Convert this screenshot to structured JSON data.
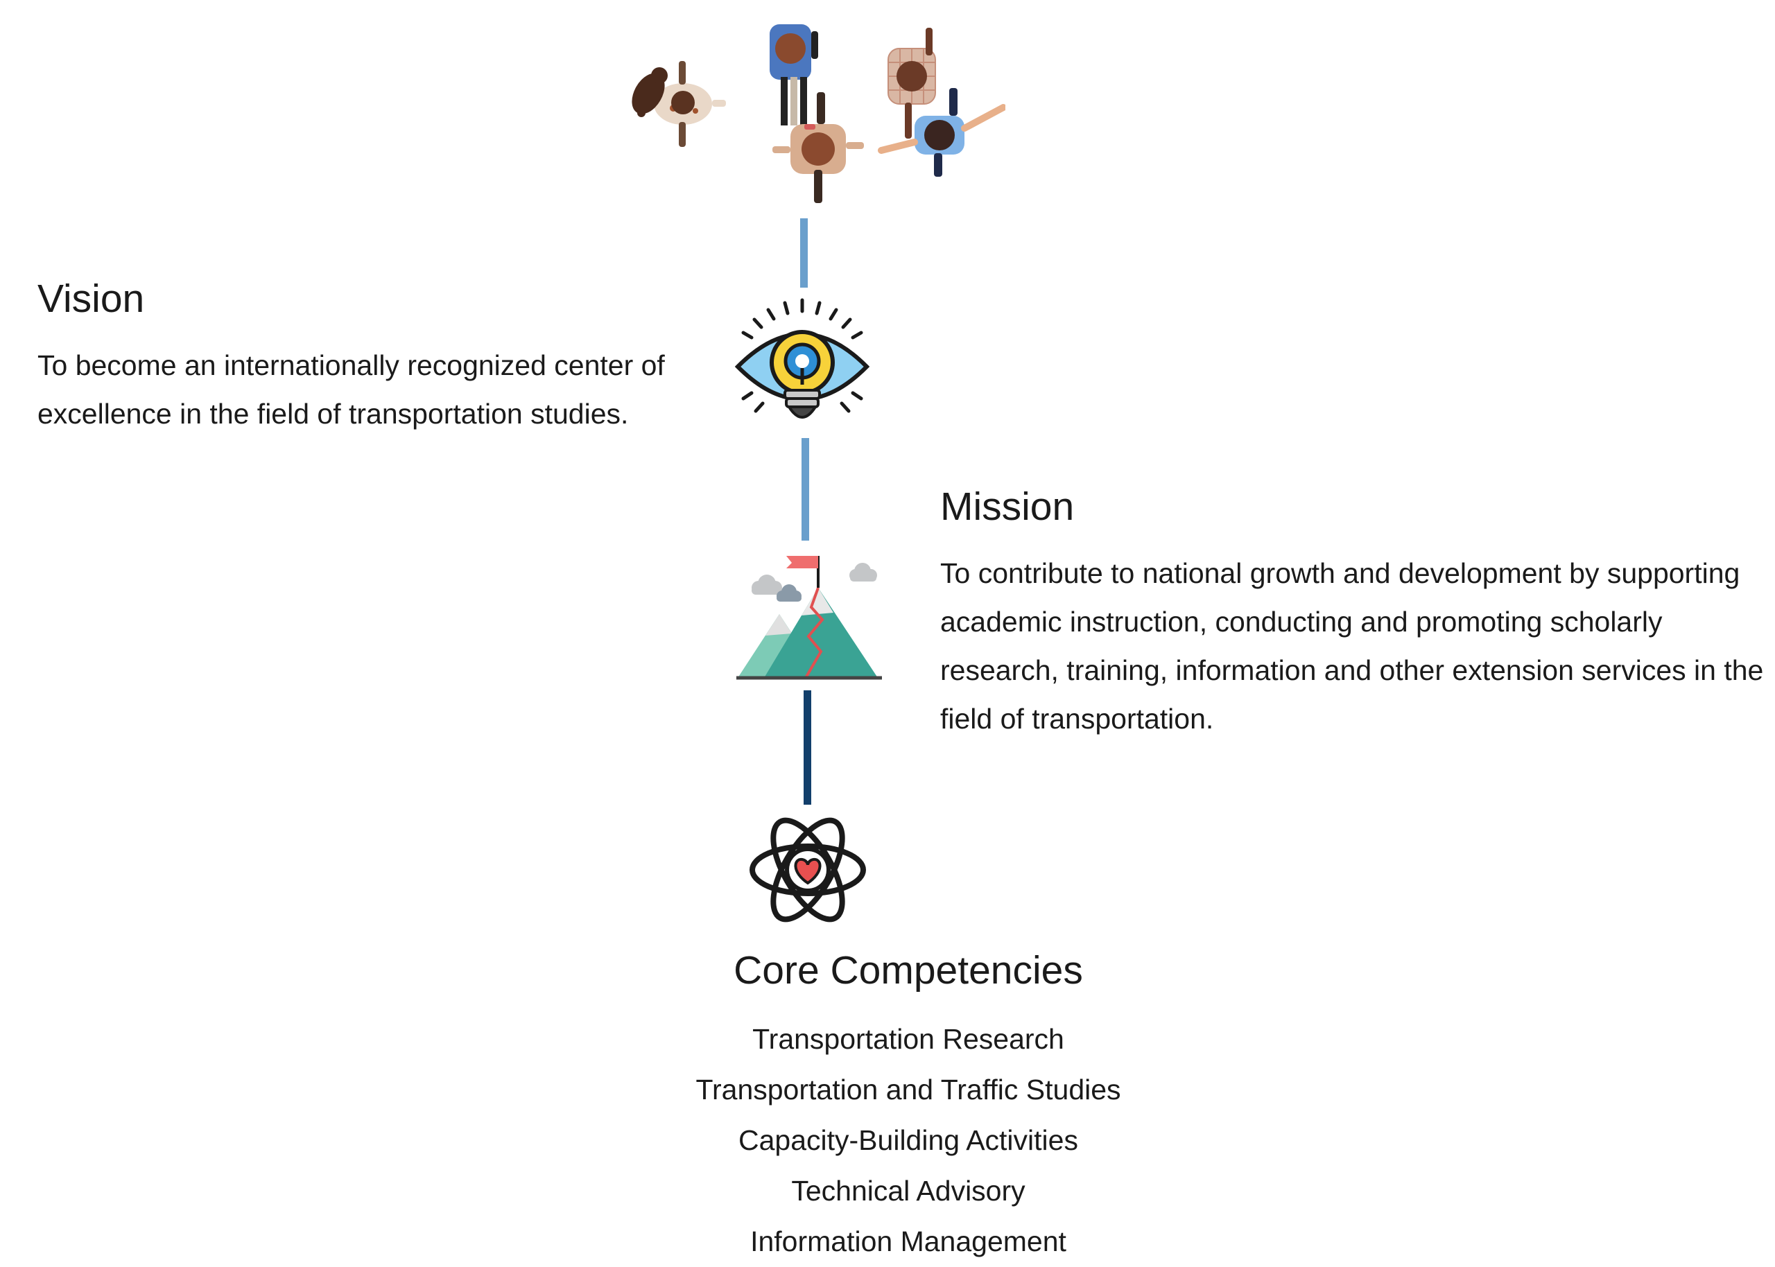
{
  "vision": {
    "title": "Vision",
    "text": "To become an internationally recognized center of excellence in the field of transportation studies."
  },
  "mission": {
    "title": "Mission",
    "text": "To contribute to national growth and development by supporting academic instruction, conducting and  promoting scholarly research, training, information and other extension services in the field of  transportation."
  },
  "core": {
    "title": "Core Competencies",
    "items": [
      "Transportation Research",
      "Transportation and Traffic Studies",
      "Capacity-Building Activities",
      "Technical Advisory",
      "Information Management"
    ]
  },
  "icons": {
    "people": "people-top-view-icon",
    "vision": "eye-lightbulb-icon",
    "mission": "mountain-flag-icon",
    "core": "atom-heart-icon"
  },
  "colors": {
    "line_light": "#6a9fcc",
    "line_dark": "#123f6b",
    "text": "#1a1a1a"
  }
}
